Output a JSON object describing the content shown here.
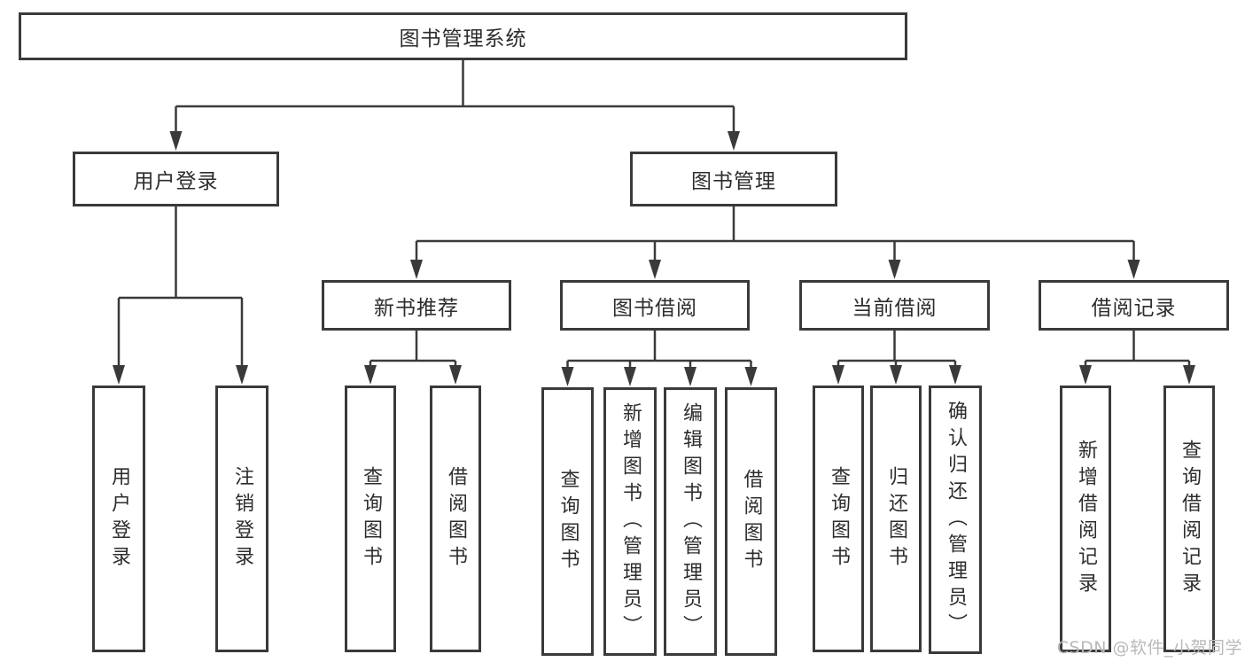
{
  "diagram": {
    "tree": {
      "label": "图书管理系统",
      "children": [
        {
          "label": "用户登录",
          "children": [
            {
              "label": "用户登录"
            },
            {
              "label": "注销登录"
            }
          ]
        },
        {
          "label": "图书管理",
          "children": [
            {
              "label": "新书推荐",
              "children": [
                {
                  "label": "查询图书"
                },
                {
                  "label": "借阅图书"
                }
              ]
            },
            {
              "label": "图书借阅",
              "children": [
                {
                  "label": "查询图书"
                },
                {
                  "label": "新增图书（管理员）"
                },
                {
                  "label": "编辑图书（管理员）"
                },
                {
                  "label": "借阅图书"
                }
              ]
            },
            {
              "label": "当前借阅",
              "children": [
                {
                  "label": "查询图书"
                },
                {
                  "label": "归还图书"
                },
                {
                  "label": "确认归还（管理员）"
                }
              ]
            },
            {
              "label": "借阅记录",
              "children": [
                {
                  "label": "新增借阅记录"
                },
                {
                  "label": "查询借阅记录"
                }
              ]
            }
          ]
        }
      ]
    }
  },
  "watermark": {
    "text": "CSDN @软件_小贺同学"
  },
  "colors": {
    "line": "#3a3a3a",
    "text": "#2d2d2d",
    "watermark": "#b9b9b9",
    "background": "#ffffff"
  }
}
